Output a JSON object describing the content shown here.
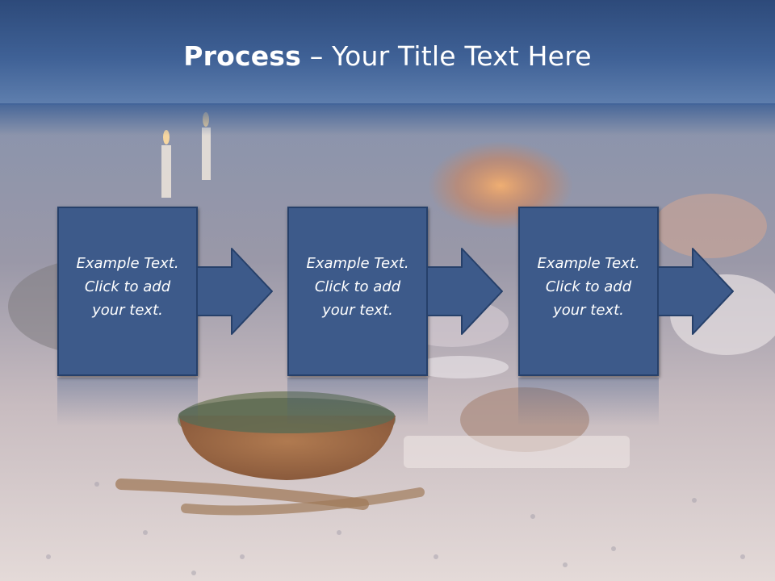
{
  "title": {
    "bold": "Process",
    "separator": " – ",
    "rest": "Your Title Text Here"
  },
  "steps": [
    {
      "line1": "Example Text.",
      "line2": "Click  to add",
      "line3": "your text."
    },
    {
      "line1": "Example Text.",
      "line2": "Click  to add",
      "line3": "your text."
    },
    {
      "line1": "Example Text.",
      "line2": "Click  to add",
      "line3": "your text."
    }
  ],
  "colors": {
    "header": "#3f6196",
    "box": "#3d5a8a",
    "box_border": "#26406a",
    "text": "#ffffff"
  }
}
